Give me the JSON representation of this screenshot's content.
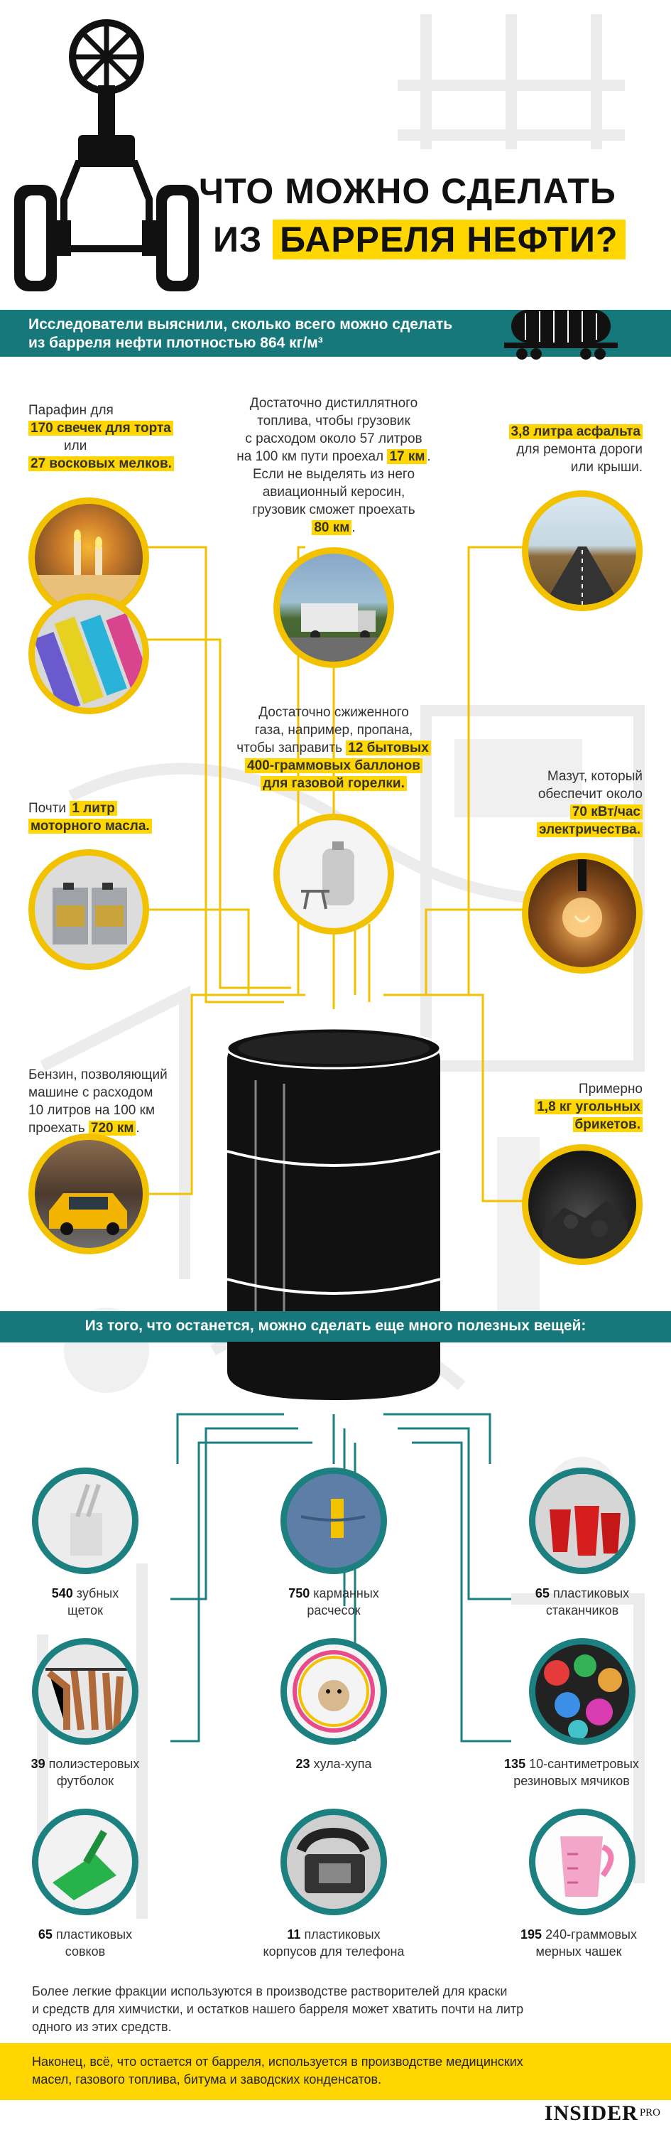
{
  "title": {
    "line1": "Что можно сделать",
    "line2_pre": "из",
    "line2_highlight": "барреля нефти?"
  },
  "intro": {
    "line1": "Исследователи выяснили, сколько всего можно сделать",
    "line2": "из барреля нефти плотностью 864 кг/м³"
  },
  "facts": {
    "paraffin": {
      "pre": "Парафин для",
      "h1": "170 свечек для торта",
      "mid": "или",
      "h2": "27 восковых мелков."
    },
    "diesel": {
      "t1": "Достаточно дистиллятного",
      "t2": "топлива, чтобы грузовик",
      "t3": "с расходом около 57 литров",
      "t4": "на 100 км пути проехал",
      "h1": "17 км",
      "t5": "Если не выделять из него",
      "t6": "авиационный керосин,",
      "t7": "грузовик сможет проехать",
      "h2": "80 км"
    },
    "asphalt": {
      "h1": "3,8 литра асфальта",
      "t1": "для ремонта дороги",
      "t2": "или крыши."
    },
    "gas": {
      "t1": "Достаточно сжиженного",
      "t2": "газа, например, пропана,",
      "t3": "чтобы заправить",
      "h1": "12 бытовых",
      "h2": "400-граммовых баллонов",
      "h3": "для газовой горелки."
    },
    "oil": {
      "pre": "Почти",
      "h1": "1 литр",
      "h2": "моторного масла."
    },
    "mazut": {
      "t1": "Мазут, который",
      "t2": "обеспечит около",
      "h1": "70 кВт/час",
      "h2": "электричества."
    },
    "petrol": {
      "t1": "Бензин, позволяющий",
      "t2": "машине с расходом",
      "t3": "10 литров на 100 км",
      "t4": "проехать",
      "h1": "720 км"
    },
    "coal": {
      "t1": "Примерно",
      "h1": "1,8 кг угольных",
      "h2": "брикетов."
    }
  },
  "middle_bar": "Из того, что останется, можно сделать еще много полезных вещей:",
  "items": [
    {
      "num": "540",
      "text1": "зубных",
      "text2": "щеток"
    },
    {
      "num": "750",
      "text1": "карманных",
      "text2": "расчесок"
    },
    {
      "num": "65",
      "text1": "пластиковых",
      "text2": "стаканчиков"
    },
    {
      "num": "39",
      "text1": "полиэстеровых",
      "text2": "футболок"
    },
    {
      "num": "23",
      "text1": "хула-хупа",
      "text2": ""
    },
    {
      "num": "135",
      "text1": "10-сантиметровых",
      "text2": "резиновых мячиков"
    },
    {
      "num": "65",
      "text1": "пластиковых",
      "text2": "совков"
    },
    {
      "num": "11",
      "text1": "пластиковых",
      "text2": "корпусов для телефона"
    },
    {
      "num": "195",
      "text1": "240-граммовых",
      "text2": "мерных чашек"
    }
  ],
  "note": {
    "l1": "Более легкие фракции используются в производстве растворителей для краски",
    "l2": "и средств для химчистки, и остатков нашего барреля может хватить почти на литр",
    "l3": "одного из этих средств."
  },
  "final": {
    "l1": "Наконец, всё, что остается от барреля, используется в производстве медицинских",
    "l2": "масел, газового топлива, битума и заводских конденсатов."
  },
  "brand": {
    "name": "INSIDER",
    "sup": "PRO"
  },
  "colors": {
    "yellow": "#ffd600",
    "teal": "#16787a",
    "dark": "#111111"
  }
}
